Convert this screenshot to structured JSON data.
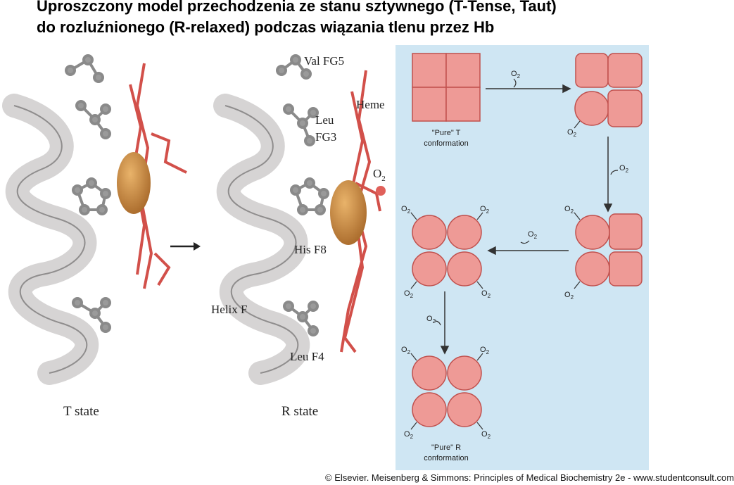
{
  "title": {
    "line1": "Uproszczony model przechodzenia ze stanu sztywnego (T-Tense, Taut)",
    "line2": "do rozluźnionego (R-relaxed) podczas wiązania tlenu przez Hb"
  },
  "left_figure": {
    "labels": {
      "val_fg5": "Val FG5",
      "heme": "Heme",
      "leu_fg3_line1": "Leu",
      "leu_fg3_line2": "FG3",
      "o2": "O",
      "o2_sub": "2",
      "his_f8": "His F8",
      "helix_f": "Helix F",
      "leu_f4": "Leu F4",
      "t_state": "T state",
      "r_state": "R state"
    }
  },
  "scheme": {
    "o2": "O",
    "o2_sub": "2",
    "pure_t_line1": "\"Pure\" T",
    "pure_t_line2": "conformation",
    "pure_r_line1": "\"Pure\" R",
    "pure_r_line2": "conformation"
  },
  "colors": {
    "panel_bg": "#cfe6f3",
    "subunit_fill": "#ee9a96",
    "subunit_stroke": "#c0504d",
    "heme_red": "#d2504a",
    "iron": "#c98a3c",
    "helix": "#dad8d8"
  },
  "credit": "© Elsevier. Meisenberg & Simmons: Principles of Medical Biochemistry 2e - www.studentconsult.com"
}
